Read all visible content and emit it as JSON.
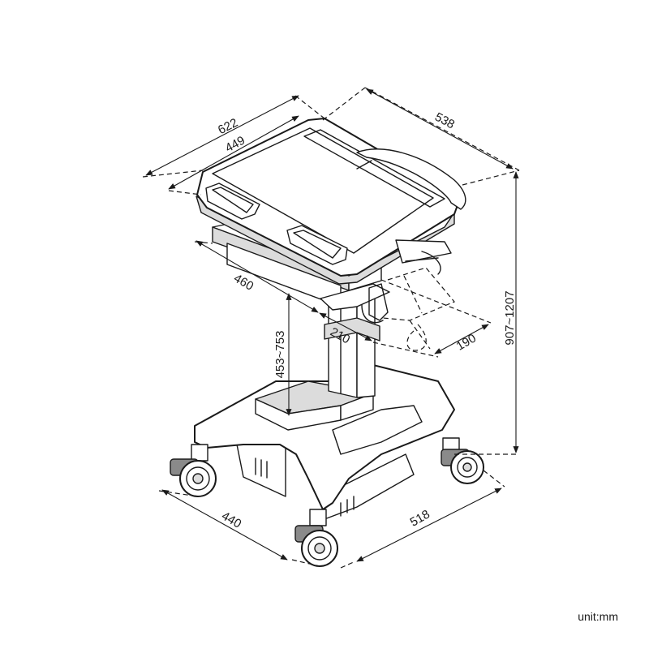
{
  "dimensions": {
    "width_outer": "622",
    "width_inner": "449",
    "depth_top": "538",
    "keyboard_width": "460",
    "keyboard_depth": "210",
    "mouse_tray": "190",
    "tray_height": "453~753",
    "total_height": "907~1207",
    "base_width": "440",
    "base_depth": "518"
  },
  "unit": "unit:mm"
}
